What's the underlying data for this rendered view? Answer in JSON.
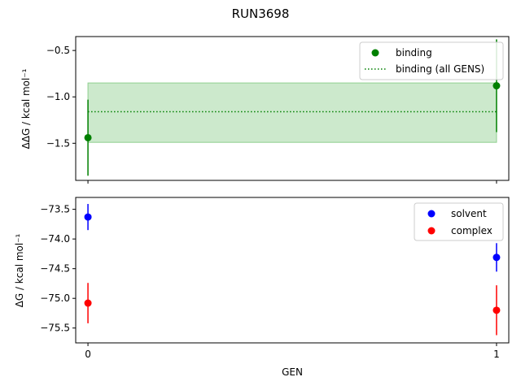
{
  "figure": {
    "title": "RUN3698",
    "xlabel": "GEN",
    "xticks": [
      "0",
      "1"
    ]
  },
  "colors": {
    "binding": "#008000",
    "binding_band": "#8fcf8f",
    "solvent": "#0000ff",
    "complex": "#ff0000"
  },
  "chart_data": [
    {
      "type": "scatter",
      "ylabel": "ΔΔG / kcal mol⁻¹",
      "xlim": [
        -0.03,
        1.03
      ],
      "ylim": [
        -1.9,
        -0.35
      ],
      "yticks": [
        -1.5,
        -1.0,
        -0.5
      ],
      "ytick_labels": [
        "−1.5",
        "−1.0",
        "−0.5"
      ],
      "legend": "top-right",
      "series": [
        {
          "name": "binding",
          "x": [
            0,
            1
          ],
          "y": [
            -1.44,
            -0.88
          ],
          "yerr": [
            0.41,
            0.5
          ],
          "color": "#008000"
        }
      ],
      "reference_line": {
        "name": "binding (all GENS)",
        "y": -1.16,
        "x": [
          0,
          1
        ],
        "style": "dotted",
        "color": "#008000"
      },
      "band": {
        "x": [
          0,
          1
        ],
        "y": [
          -1.49,
          -0.85
        ],
        "color": "#8fcf8f"
      }
    },
    {
      "type": "scatter",
      "ylabel": "ΔG / kcal mol⁻¹",
      "xlim": [
        -0.03,
        1.03
      ],
      "ylim": [
        -75.75,
        -73.3
      ],
      "yticks": [
        -75.5,
        -75.0,
        -74.5,
        -74.0,
        -73.5
      ],
      "ytick_labels": [
        "−75.5",
        "−75.0",
        "−74.5",
        "−74.0",
        "−73.5"
      ],
      "legend": "top-right",
      "series": [
        {
          "name": "solvent",
          "x": [
            0,
            1
          ],
          "y": [
            -73.63,
            -74.31
          ],
          "yerr": [
            0.22,
            0.24
          ],
          "color": "#0000ff"
        },
        {
          "name": "complex",
          "x": [
            0,
            1
          ],
          "y": [
            -75.08,
            -75.2
          ],
          "yerr": [
            0.34,
            0.42
          ],
          "color": "#ff0000"
        }
      ]
    }
  ]
}
